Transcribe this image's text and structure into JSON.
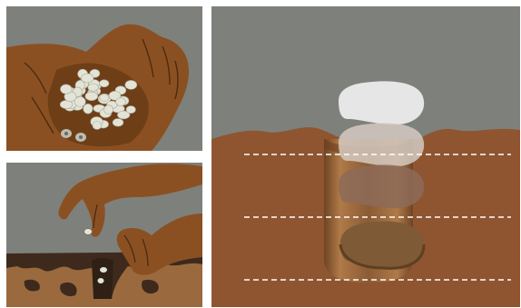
{
  "figure": {
    "panels": [
      "seeds-in-palm",
      "planting-seed-in-soil",
      "seed-depth-cross-section"
    ]
  },
  "colors": {
    "sky": "#7e807b",
    "skin": "#8b5022",
    "skin_shadow": "#5e3313",
    "soil": "#8f5530",
    "dark_soil": "#3e2a1d",
    "seed": "#e3e3d6",
    "guide_line": "#ffffff"
  },
  "depth_guides": 3,
  "seed_positions": 4
}
